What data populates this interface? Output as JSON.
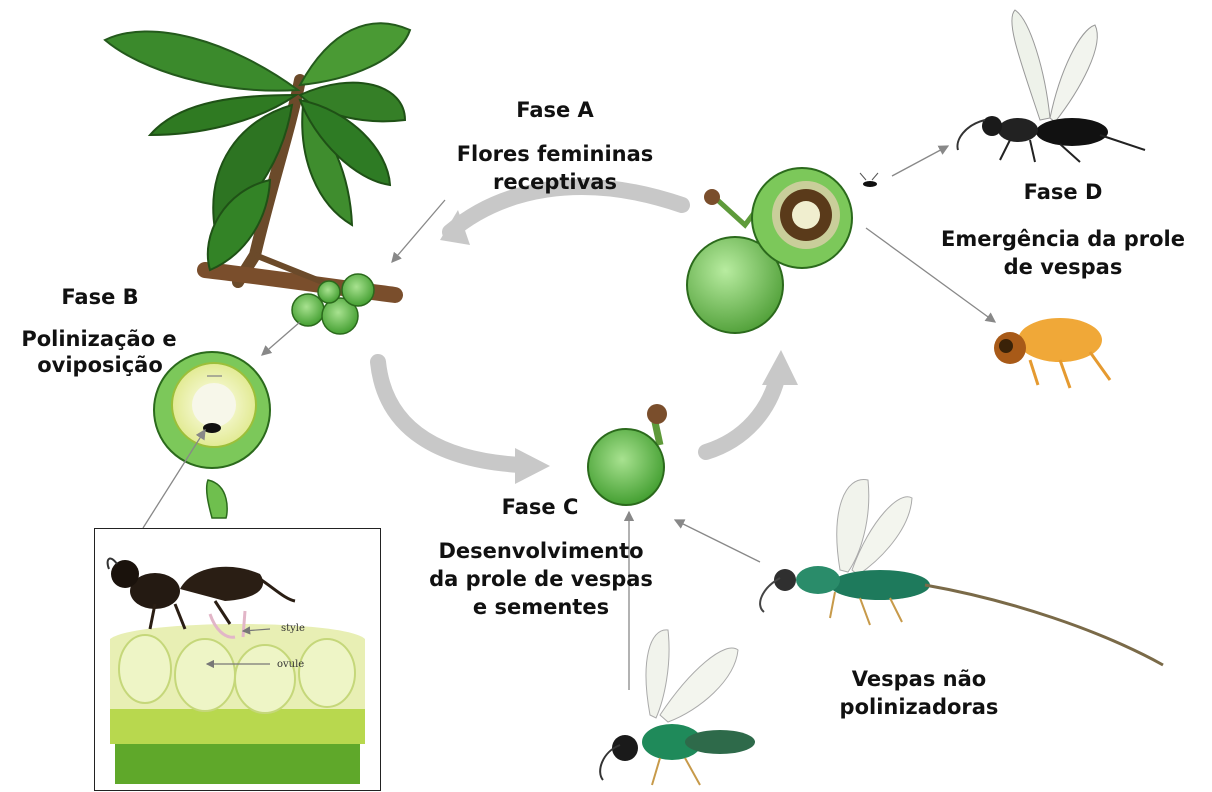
{
  "phase_a": {
    "title": "Fase A",
    "line1": "Flores femininas",
    "line2": "receptivas"
  },
  "phase_b": {
    "title": "Fase B",
    "line1": "Polinização e",
    "line2": "oviposição"
  },
  "phase_c": {
    "title": "Fase C",
    "line1": "Desenvolvimento",
    "line2": "da prole de vespas",
    "line3": "e sementes"
  },
  "phase_d": {
    "title": "Fase D",
    "line1": "Emergência da prole",
    "line2": "de vespas"
  },
  "non_pollinators": {
    "line1": "Vespas não",
    "line2": "polinizadoras"
  },
  "inset": {
    "style_label": "style",
    "ovule_label": "ovule"
  },
  "colors": {
    "leaf": "#3f8a2e",
    "fig": "#7cc85a",
    "cycle_arrow": "#c8c8c8",
    "pointer": "#888888"
  }
}
